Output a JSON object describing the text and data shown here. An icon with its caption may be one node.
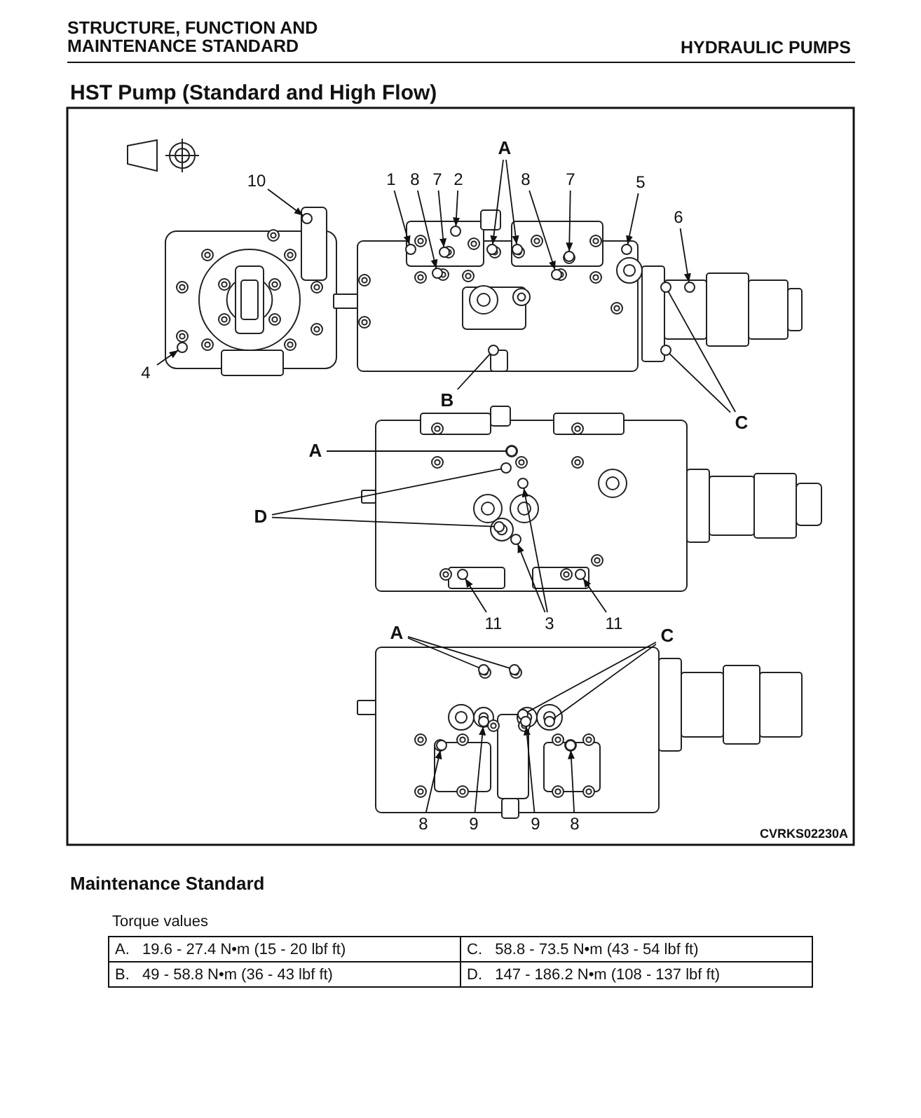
{
  "diagram": {
    "title": "HST Pump (Standard and High Flow)",
    "nodes": [
      {
        "text": [
          "10"
        ]
      },
      {
        "text": [
          "4"
        ]
      },
      {
        "text": [
          "1"
        ]
      },
      {
        "text": [
          "8"
        ]
      },
      {
        "text": [
          "7"
        ]
      },
      {
        "text": [
          "2"
        ]
      },
      {
        "text": [
          "A"
        ]
      },
      {
        "text": [
          "8"
        ]
      },
      {
        "text": [
          "7"
        ]
      },
      {
        "text": [
          "5"
        ]
      },
      {
        "text": [
          "6"
        ]
      },
      {
        "text": [
          "B"
        ]
      },
      {
        "text": [
          "C"
        ]
      },
      {
        "text": [
          "A"
        ]
      },
      {
        "text": [
          "D"
        ]
      },
      {
        "text": [
          "11"
        ]
      },
      {
        "text": [
          "3"
        ]
      },
      {
        "text": [
          "11"
        ]
      },
      {
        "text": [
          "A"
        ]
      },
      {
        "text": [
          "C"
        ]
      },
      {
        "text": [
          "8"
        ]
      },
      {
        "text": [
          "9"
        ]
      },
      {
        "text": [
          "9"
        ]
      },
      {
        "text": [
          "8"
        ]
      },
      {
        "text": [],
        "shape": "circle"
      },
      {
        "text": [],
        "shape": "circle"
      },
      {
        "text": [],
        "shape": "circle"
      },
      {
        "text": [],
        "shape": "circle"
      },
      {
        "text": [],
        "shape": "circle"
      },
      {
        "text": [],
        "shape": "circle"
      },
      {
        "text": [],
        "shape": "circle"
      },
      {
        "text": [],
        "shape": "circle"
      },
      {
        "text": [],
        "shape": "circle"
      },
      {
        "text": [],
        "shape": "circle"
      },
      {
        "text": [],
        "shape": "circle"
      },
      {
        "text": [],
        "shape": "circle"
      },
      {
        "text": [],
        "shape": "circle"
      },
      {
        "text": [],
        "shape": "circle"
      },
      {
        "text": [],
        "shape": "circle"
      },
      {
        "text": [],
        "shape": "circle"
      },
      {
        "text": [],
        "shape": "circle"
      },
      {
        "text": [],
        "shape": "circle"
      },
      {
        "text": [],
        "shape": "circle"
      },
      {
        "text": [],
        "shape": "circle"
      },
      {
        "text": [],
        "shape": "circle"
      },
      {
        "text": [],
        "shape": "circle"
      },
      {
        "text": [],
        "shape": "circle"
      },
      {
        "text": [],
        "shape": "circle"
      },
      {
        "text": [],
        "shape": "circle"
      },
      {
        "text": [],
        "shape": "circle"
      },
      {
        "text": [],
        "shape": "circle"
      },
      {
        "text": [],
        "shape": "circle"
      },
      {
        "text": [],
        "shape": "circle"
      },
      {
        "text": [],
        "shape": "circle"
      }
    ],
    "edges": [
      {
        "from": 0,
        "to": 24,
        "arrow": "to"
      },
      {
        "from": 1,
        "to": 25,
        "arrow": "to"
      },
      {
        "from": 2,
        "to": 26,
        "arrow": "to"
      },
      {
        "from": 3,
        "to": 27,
        "arrow": "to"
      },
      {
        "from": 4,
        "to": 28,
        "arrow": "to"
      },
      {
        "from": 5,
        "to": 29,
        "arrow": "to"
      },
      {
        "from": 6,
        "to": 30,
        "arrow": "to"
      },
      {
        "from": 6,
        "to": 31,
        "arrow": "to"
      },
      {
        "from": 7,
        "to": 32,
        "arrow": "to"
      },
      {
        "from": 8,
        "to": 33,
        "arrow": "to"
      },
      {
        "from": 9,
        "to": 34,
        "arrow": "to"
      },
      {
        "from": 10,
        "to": 35,
        "arrow": "to"
      },
      {
        "from": 11,
        "to": 36,
        "arrow": "none"
      },
      {
        "from": 12,
        "to": 37,
        "arrow": "none"
      },
      {
        "from": 12,
        "to": 38,
        "arrow": "none"
      },
      {
        "from": 13,
        "to": 39,
        "arrow": "none"
      },
      {
        "from": 14,
        "to": 40,
        "arrow": "none"
      },
      {
        "from": 14,
        "to": 41,
        "arrow": "none"
      },
      {
        "from": 15,
        "to": 42,
        "arrow": "to"
      },
      {
        "from": 16,
        "to": 43,
        "arrow": "to"
      },
      {
        "from": 16,
        "to": 44,
        "arrow": "to"
      },
      {
        "from": 17,
        "to": 45,
        "arrow": "to"
      },
      {
        "from": 18,
        "to": 46,
        "arrow": "none"
      },
      {
        "from": 18,
        "to": 47,
        "arrow": "none"
      },
      {
        "from": 19,
        "to": 48,
        "arrow": "none"
      },
      {
        "from": 19,
        "to": 49,
        "arrow": "none"
      },
      {
        "from": 20,
        "to": 50,
        "arrow": "to"
      },
      {
        "from": 21,
        "to": 51,
        "arrow": "to"
      },
      {
        "from": 22,
        "to": 52,
        "arrow": "to"
      },
      {
        "from": 23,
        "to": 53,
        "arrow": "to"
      }
    ],
    "labels": [
      "STRUCTURE, FUNCTION AND MAINTENANCE STANDARD",
      "HYDRAULIC PUMPS",
      "CVRKS02230A",
      "Maintenance Standard",
      "Torque values",
      "A.   19.6 - 27.4 N•m (15 - 20 lbf ft)",
      "C.   58.8 - 73.5 N•m (43 - 54 lbf ft)",
      "B.   49 - 58.8 N•m (36 - 43 lbf ft)",
      "D.   147 - 186.2 N•m (108 - 137 lbf ft)"
    ]
  }
}
